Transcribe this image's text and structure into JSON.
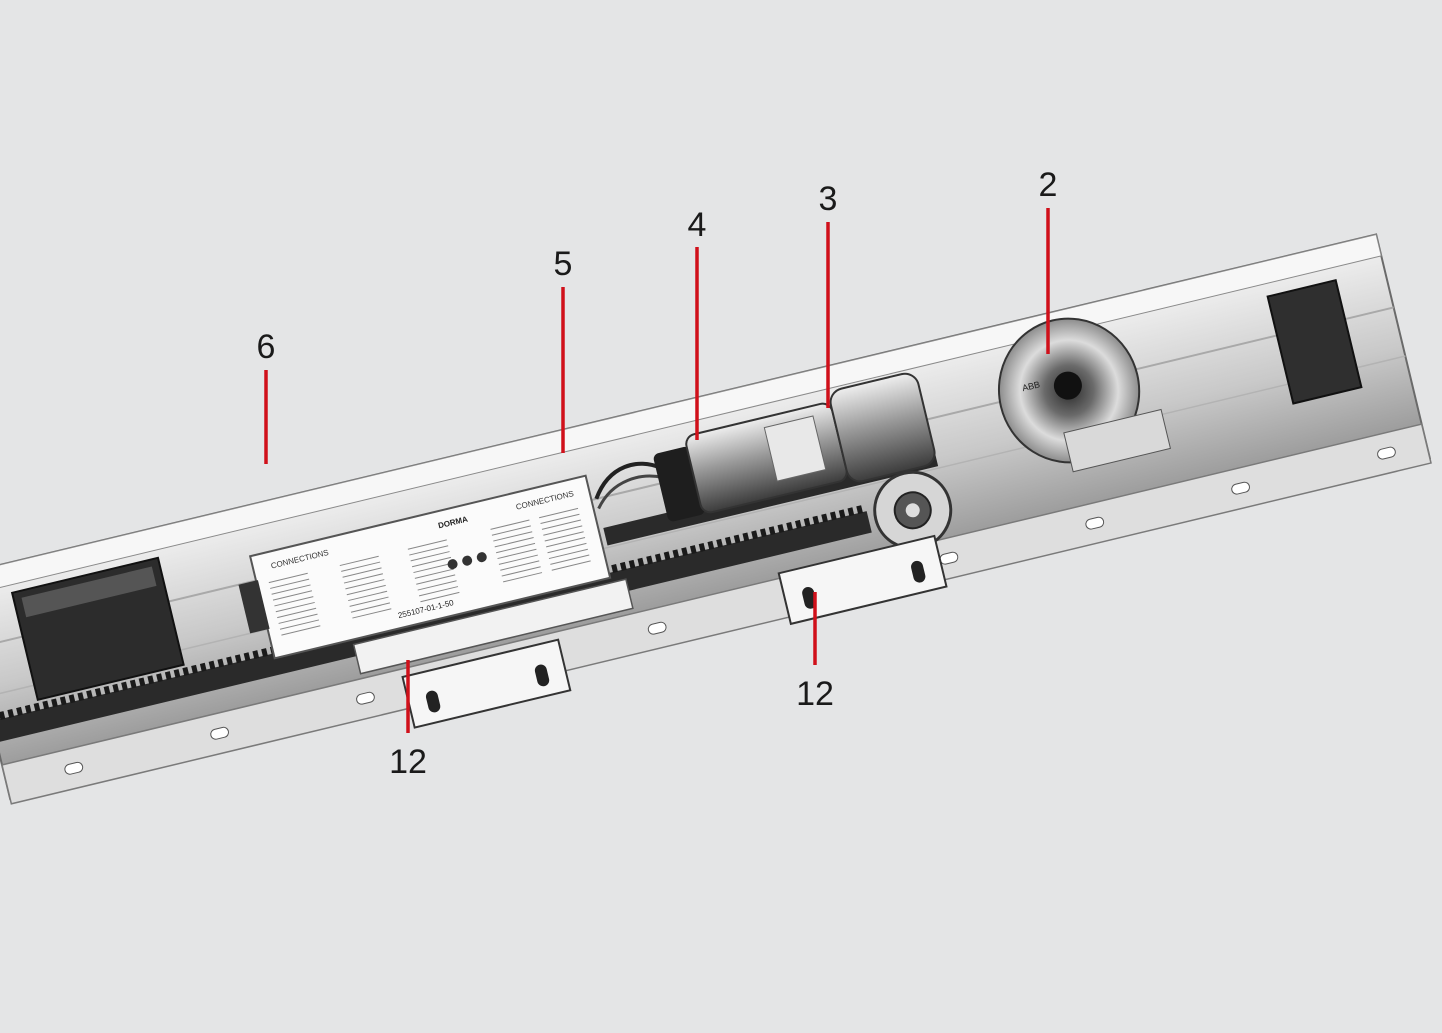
{
  "figure": {
    "background_color": "#e4e5e6",
    "leader_color": "#d0101a",
    "label_color": "#1a1a1a"
  },
  "callouts": [
    {
      "id": "2",
      "label": "2"
    },
    {
      "id": "3",
      "label": "3"
    },
    {
      "id": "4",
      "label": "4"
    },
    {
      "id": "5",
      "label": "5"
    },
    {
      "id": "6",
      "label": "6"
    },
    {
      "id": "12a",
      "label": "12"
    },
    {
      "id": "12b",
      "label": "12"
    }
  ],
  "module_label": {
    "header_left": "CONNECTIONS",
    "header_right": "CONNECTIONS",
    "brand": "DORMA",
    "part_number": "255107-01-1-50"
  },
  "transformer_label": "ABB"
}
